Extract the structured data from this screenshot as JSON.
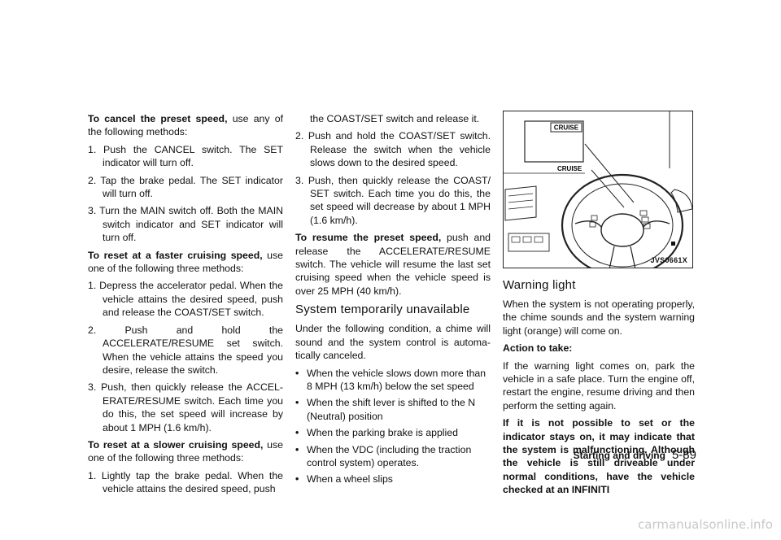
{
  "col1": {
    "p1_bold": "To cancel the preset speed,",
    "p1_rest": " use any of the following methods:",
    "cancel_items": [
      "1. Push the CANCEL switch. The SET indicator will turn off.",
      "2. Tap the brake pedal. The SET indicator will turn off.",
      "3. Turn the MAIN switch off. Both the MAIN switch indicator and SET indicator will turn off."
    ],
    "p2_bold": "To reset at a faster cruising speed,",
    "p2_rest": " use one of the following three methods:",
    "faster_items": [
      "1. Depress the accelerator pedal. When the vehicle attains the desired speed, push and release the COAST/SET switch.",
      "2. Push and hold the ACCELERATE/RESUME set switch. When the vehicle attains the speed you desire, release the switch.",
      "3. Push, then quickly release the ACCEL-ERATE/RESUME switch. Each time you do this, the set speed will increase by about 1 MPH (1.6 km/h)."
    ],
    "p3_bold": "To reset at a slower cruising speed,",
    "p3_rest": " use one of the following three methods:",
    "slower_item1": "1. Lightly tap the brake pedal. When the vehicle attains the desired speed, push"
  },
  "col2": {
    "cont": "the COAST/SET switch and release it.",
    "slower_items": [
      "2. Push and hold the COAST/SET switch. Release the switch when the vehicle slows down to the desired speed.",
      "3. Push, then quickly release the COAST/ SET switch. Each time you do this, the set speed will decrease by about 1 MPH (1.6 km/h)."
    ],
    "p4_bold": "To resume the preset speed,",
    "p4_rest": " push and release the ACCELERATE/RESUME switch. The vehicle will resume the last set cruising speed when the vehicle speed is over 25 MPH (40 km/h).",
    "heading": "System temporarily unavailable",
    "p5": "Under the following condition, a chime will sound and the system control is automa-tically canceled.",
    "bullets": [
      "When the vehicle slows down more than 8 MPH (13 km/h) below the set speed",
      "When the shift lever is shifted to the N (Neutral) position",
      "When the parking brake is applied",
      "When the VDC (including the traction control system) operates.",
      "When a wheel slips"
    ]
  },
  "figure": {
    "display_label": "CRUISE",
    "callout_label": "CRUISE",
    "code": "JVS0661X"
  },
  "col3": {
    "heading": "Warning light",
    "p1": "When the system is not operating properly, the chime sounds and the system warning light (orange) will come on.",
    "action_label": "Action to take:",
    "p2": "If the warning light comes on, park the vehicle in a safe place. Turn the engine off, restart the engine, resume driving and then perform the setting again.",
    "p3_bold": "If it is not possible to set or the indicator stays on, it may indicate that the system is malfunctioning. Although the vehicle is still driveable under normal conditions, have the vehicle checked at an INFINITI"
  },
  "footer": {
    "section": "Starting and driving",
    "page": "5-89"
  },
  "watermark": "carmanualsonline.info"
}
